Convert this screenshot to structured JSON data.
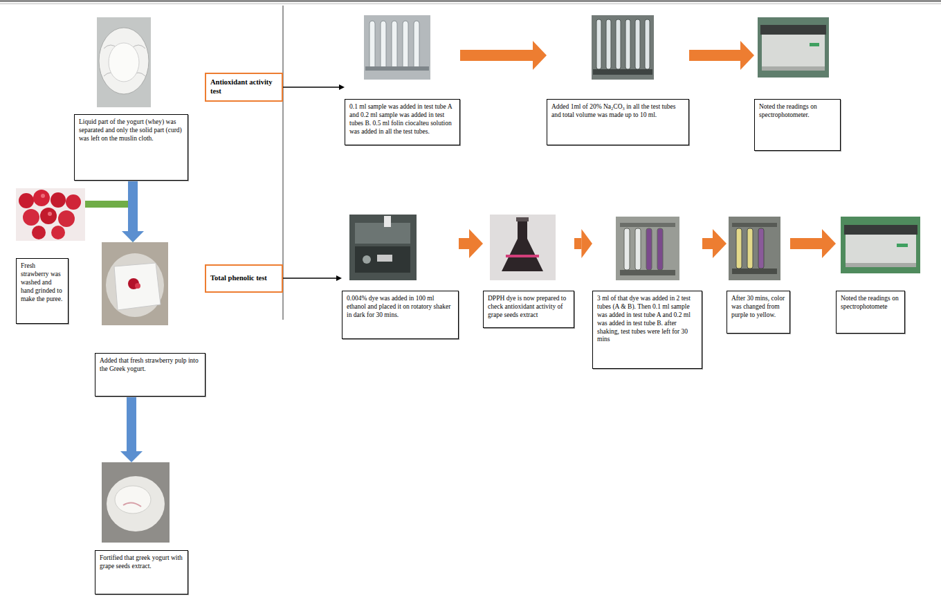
{
  "diagram": {
    "nodes": [
      {
        "text": [
          "Liquid part of the yogurt (whey) was separated and only the solid part (curd) was left on the muslin cloth."
        ]
      },
      {
        "text": [
          "Fresh strawberry was washed and hand grinded to make the puree."
        ]
      },
      {
        "text": [
          "Added that fresh strawberry pulp into the Greek yogurt."
        ]
      },
      {
        "text": [
          "Fortified that greek yogurt with grape seeds extract."
        ]
      },
      {
        "text": [
          "Antioxidant activity test"
        ]
      },
      {
        "text": [
          "Total phenolic test"
        ]
      },
      {
        "text": [
          "0.1 ml sample was added in test tube A and 0.2 ml sample was added in test tubes B. 0.5 ml folin ciocalteu solution was added in all the test tubes."
        ]
      },
      {
        "text": [
          "Added 1ml of 20% Na₂CO₃ in all the test tubes and total volume was made up to 10 ml."
        ]
      },
      {
        "text": [
          "Noted the readings on spectrophotometer."
        ]
      },
      {
        "text": [
          "0.004% dye was added in 100 ml ethanol and placed it on rotatory shaker in dark for 30 mins."
        ]
      },
      {
        "text": [
          "DPPH dye is now prepared to check antioxidant activity of grape seeds extract"
        ]
      },
      {
        "text": [
          "3 ml of that dye was added in 2 test tubes (A & B). Then 0.1 ml sample was added in test tube A and 0.2 ml was added in test tube B. after shaking, test tubes were left for 30 mins"
        ]
      },
      {
        "text": [
          "After 30 mins, color was changed from purple to yellow."
        ]
      },
      {
        "text": [
          "Noted the readings on spectrophotomete"
        ]
      }
    ],
    "edges": [
      {
        "from": 0,
        "to": 2,
        "arrow": "to"
      },
      {
        "from": 1,
        "to": 2,
        "arrow": "to"
      },
      {
        "from": 2,
        "to": 3,
        "arrow": "to"
      },
      {
        "from": 4,
        "to": 6,
        "arrow": "to"
      },
      {
        "from": 5,
        "to": 9,
        "arrow": "to"
      },
      {
        "from": 6,
        "to": 7,
        "arrow": "to"
      },
      {
        "from": 7,
        "to": 8,
        "arrow": "to"
      },
      {
        "from": 9,
        "to": 10,
        "arrow": "to"
      },
      {
        "from": 10,
        "to": 11,
        "arrow": "to"
      },
      {
        "from": 11,
        "to": 12,
        "arrow": "to"
      },
      {
        "from": 12,
        "to": 13,
        "arrow": "to"
      }
    ]
  }
}
